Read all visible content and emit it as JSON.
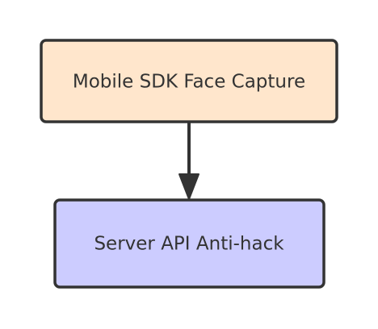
{
  "diagram": {
    "nodes": [
      {
        "id": "mobile-sdk",
        "label": "Mobile SDK Face Capture",
        "fill": "#FFE6CC",
        "stroke": "#333333"
      },
      {
        "id": "server-api",
        "label": "Server API Anti-hack",
        "fill": "#CCCCFF",
        "stroke": "#333333"
      }
    ],
    "edges": [
      {
        "from": "mobile-sdk",
        "to": "server-api"
      }
    ]
  }
}
